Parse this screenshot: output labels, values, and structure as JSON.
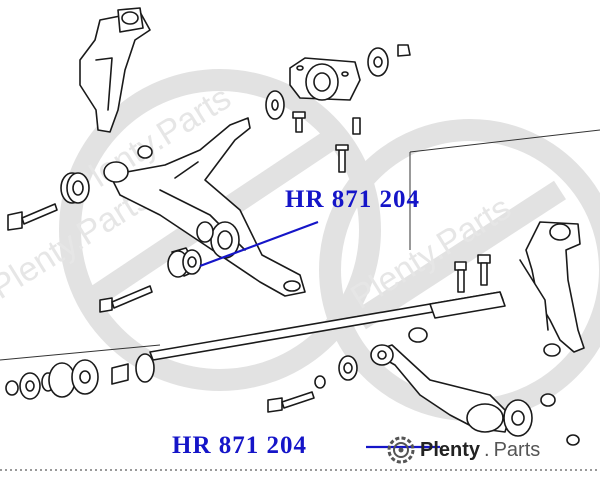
{
  "labels": {
    "top": "HR 871 204",
    "bottom": "HR 871 204"
  },
  "watermark": {
    "brand": "Plenty",
    "dot": ".",
    "suffix": "Parts",
    "background_text": "Plenty.Parts",
    "icon": "gear-logo-icon"
  },
  "colors": {
    "label": "#1515c8",
    "leader_line": "#1515c8",
    "line_art": "#1a1a1a",
    "watermark": "#dcdcdc"
  }
}
